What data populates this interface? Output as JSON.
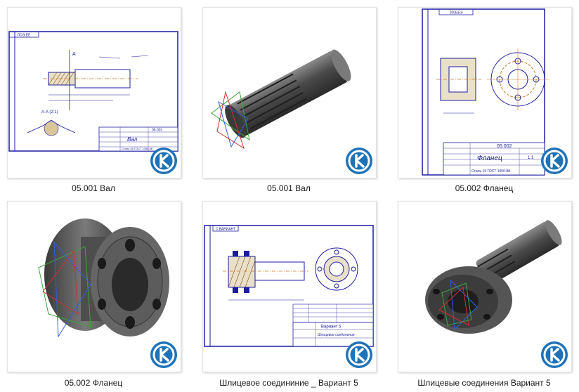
{
  "files": [
    {
      "caption": "05.001 Вал",
      "kind": "drawing-shaft",
      "title_block": {
        "number": "05.001",
        "name": "Вал",
        "material": "Сталь 45 ГОСТ 1050-88"
      },
      "stamp": "ЛОЭ.ЕЕ",
      "section_label": "A-A (2:1)"
    },
    {
      "caption": "05.001 Вал",
      "kind": "model-shaft"
    },
    {
      "caption": "05.002 Фланец",
      "kind": "drawing-flange",
      "title_block": {
        "number": "05.002",
        "name": "Фланец",
        "material": "Сталь 15 ГОСТ 1050-88",
        "scale": "1:1"
      },
      "stamp": "200ЕЕЭ"
    },
    {
      "caption": "05.002 Фланец",
      "kind": "model-flange"
    },
    {
      "caption": "Шлицевое соедининие _ Вариант 5",
      "kind": "drawing-assembly",
      "title_block": {
        "name": "Шлицевое соединение",
        "variant": "Вариант 5"
      },
      "stamp": "С ВАРИАНТ"
    },
    {
      "caption": "Шлицевые соединения Вариант 5",
      "kind": "model-assembly"
    }
  ],
  "badge_icon": "kompas-3d-logo-icon",
  "colors": {
    "badge_blue": "#1e72b8",
    "tile_border": "#e3e3e3",
    "drawing_frame": "#1c1ca0",
    "model_grey": "#5c5c5c"
  }
}
